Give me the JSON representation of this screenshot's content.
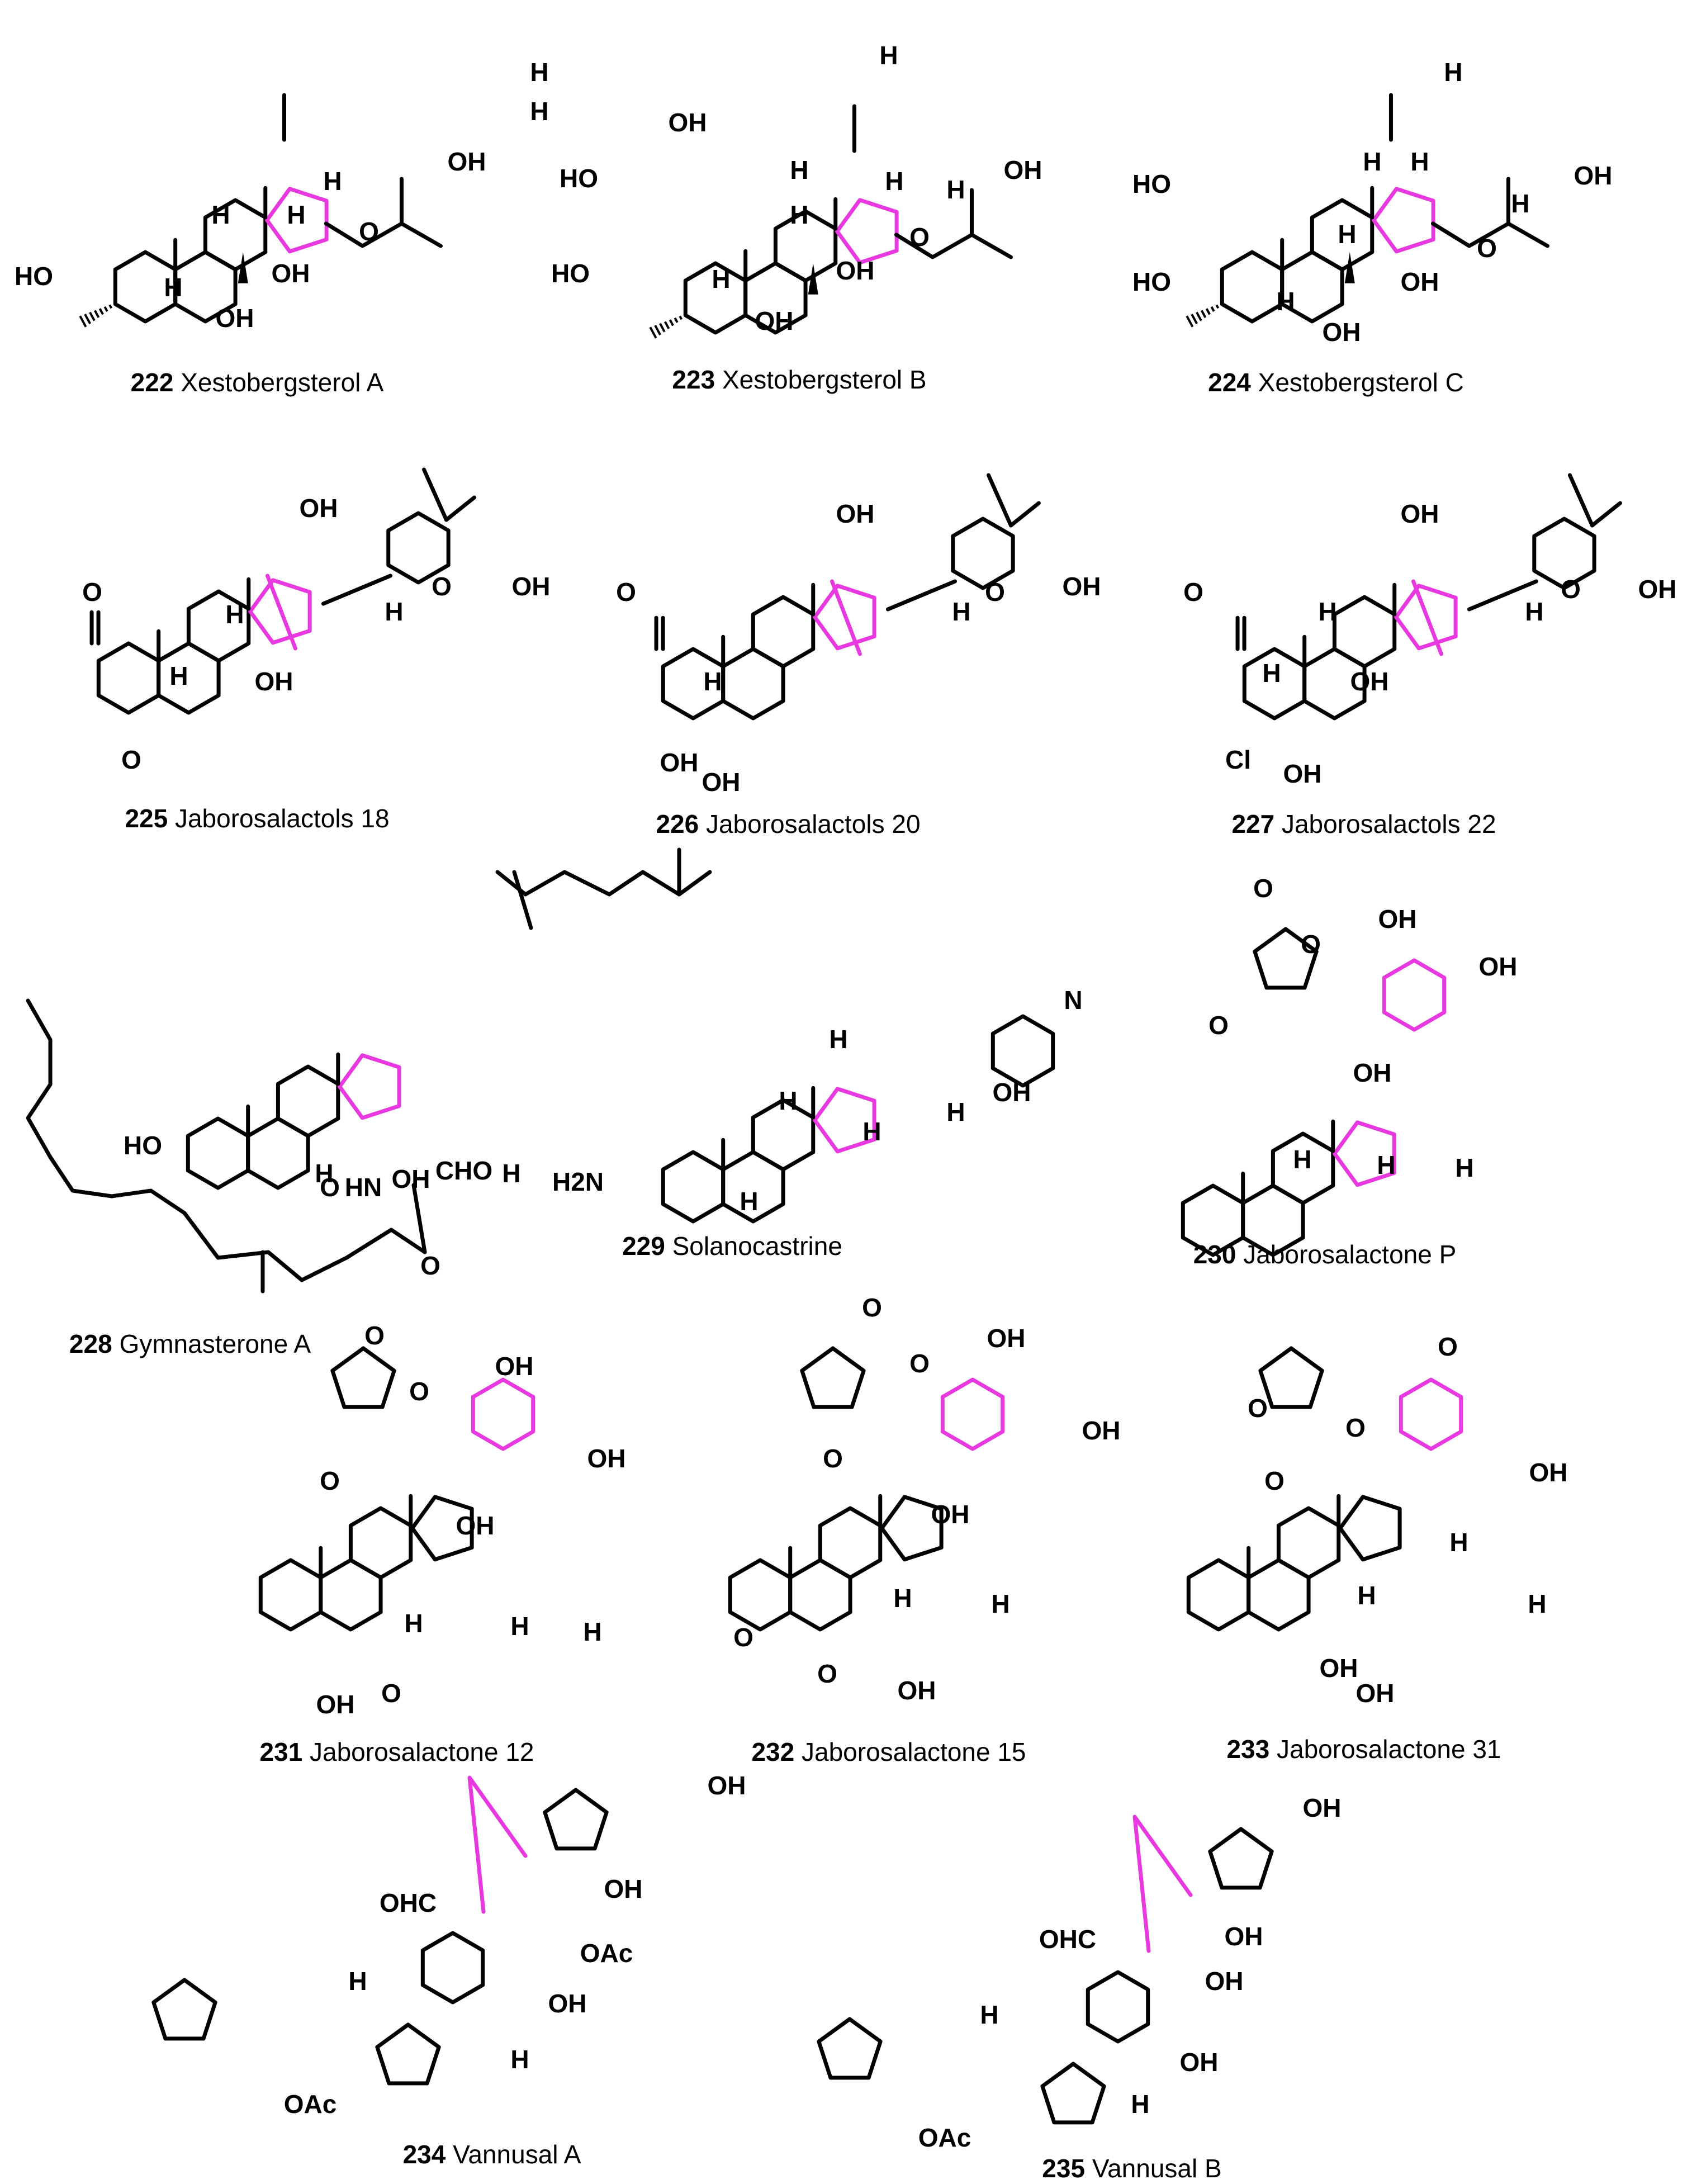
{
  "accent_color": "#e838e0",
  "compounds": [
    {
      "number": "222",
      "name": "Xestobergsterol A",
      "atoms": [
        "H",
        "H",
        "HO",
        "OH",
        "H",
        "H",
        "O",
        "H",
        "H",
        "OH",
        "OH"
      ]
    },
    {
      "number": "223",
      "name": "Xestobergsterol B",
      "atoms": [
        "OH",
        "HO",
        "HO",
        "H",
        "H",
        "OH",
        "OH",
        "H",
        "H",
        "O",
        "H",
        "H",
        "OH"
      ]
    },
    {
      "number": "224",
      "name": "Xestobergsterol C",
      "atoms": [
        "HO",
        "HO",
        "H",
        "H",
        "OH",
        "OH",
        "H",
        "H",
        "O",
        "H",
        "H",
        "OH"
      ]
    },
    {
      "number": "225",
      "name": "Jaborosalactols 18",
      "atoms": [
        "O",
        "OH",
        "H",
        "H",
        "OH",
        "O",
        "H",
        "O",
        "OH"
      ]
    },
    {
      "number": "226",
      "name": "Jaborosalactols 20",
      "atoms": [
        "O",
        "OH",
        "H",
        "OH",
        "OH",
        "H",
        "O",
        "OH"
      ]
    },
    {
      "number": "227",
      "name": "Jaborosalactols 22",
      "atoms": [
        "O",
        "OH",
        "H",
        "H",
        "OH",
        "Cl",
        "OH",
        "H",
        "O",
        "OH"
      ]
    },
    {
      "number": "228",
      "name": "Gymnasterone A",
      "atoms": [
        "HO",
        "H",
        "OH",
        "H",
        "O",
        "HN",
        "CHO",
        "O"
      ]
    },
    {
      "number": "229",
      "name": "Solanocastrine",
      "atoms": [
        "N",
        "H",
        "H",
        "H",
        "H",
        "OH",
        "H2N",
        "H"
      ]
    },
    {
      "number": "230",
      "name": "Jaborosalactone P",
      "atoms": [
        "O",
        "O",
        "OH",
        "OH",
        "OH",
        "O",
        "H",
        "H",
        "H"
      ]
    },
    {
      "number": "231",
      "name": "Jaborosalactone 12",
      "atoms": [
        "O",
        "O",
        "OH",
        "OH",
        "OH",
        "O",
        "H",
        "H",
        "H",
        "OH",
        "O"
      ]
    },
    {
      "number": "232",
      "name": "Jaborosalactone 15",
      "atoms": [
        "O",
        "O",
        "OH",
        "OH",
        "OH",
        "O",
        "H",
        "H",
        "O",
        "O",
        "OH"
      ]
    },
    {
      "number": "233",
      "name": "Jaborosalactone 31",
      "atoms": [
        "O",
        "O",
        "O",
        "OH",
        "O",
        "H",
        "H",
        "H",
        "OH",
        "OH"
      ]
    },
    {
      "number": "234",
      "name": "Vannusal A",
      "atoms": [
        "OH",
        "OH",
        "OHC",
        "OAc",
        "H",
        "OH",
        "H",
        "OAc"
      ]
    },
    {
      "number": "235",
      "name": "Vannusal B",
      "atoms": [
        "OH",
        "OH",
        "OHC",
        "OH",
        "H",
        "OH",
        "H",
        "OAc"
      ]
    }
  ]
}
